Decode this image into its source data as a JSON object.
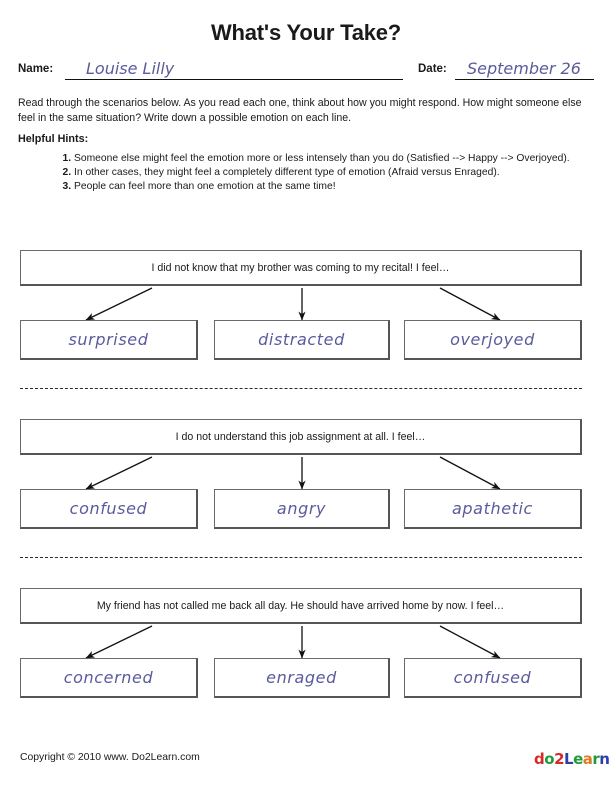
{
  "document": {
    "title": "What's Your Take?",
    "name_label": "Name:",
    "name_value": "Louise Lilly",
    "date_label": "Date:",
    "date_value": "September 26",
    "instructions": "Read through the scenarios below.  As you read each one, think about how you might respond.  How might someone else feel in the same situation?   Write down a possible emotion on each line.",
    "hints_label": "Helpful Hints:",
    "hints": [
      {
        "number": "1.",
        "text": "Someone else might feel the emotion more or less intensely than you do (Satisfied --> Happy --> Overjoyed)."
      },
      {
        "number": "2.",
        "text": "In other cases, they might feel a completely different type of emotion (Afraid versus Enraged)."
      },
      {
        "number": "3.",
        "text": "People can feel more than one emotion at the same time!"
      }
    ]
  },
  "scenarios": [
    {
      "prompt": "I did not know that my brother was coming to my recital! I feel…",
      "answers": [
        "surprised",
        "distracted",
        "overjoyed"
      ]
    },
    {
      "prompt": "I do not understand this job assignment at all.  I feel…",
      "answers": [
        "confused",
        "angry",
        "apathetic"
      ]
    },
    {
      "prompt": "My friend has not called me back all day.  He should have arrived home by now.  I feel…",
      "answers": [
        "concerned",
        "enraged",
        "confused"
      ]
    }
  ],
  "footer": {
    "copyright": "Copyright © 2010 www. Do2Learn.com",
    "logo_letters": [
      {
        "char": "d",
        "color": "#d42a2a"
      },
      {
        "char": "o",
        "color": "#1f9b3a"
      },
      {
        "char": "2",
        "color": "#d42a2a"
      },
      {
        "char": "L",
        "color": "#2b3fa8"
      },
      {
        "char": "e",
        "color": "#1f9b3a"
      },
      {
        "char": "a",
        "color": "#e07b20"
      },
      {
        "char": "r",
        "color": "#1f9b3a"
      },
      {
        "char": "n",
        "color": "#2b3fa8"
      }
    ]
  },
  "style": {
    "handwriting_color": "#5a5a9e",
    "box_border_color": "#6a6a6a",
    "text_color": "#1a1a1a"
  }
}
